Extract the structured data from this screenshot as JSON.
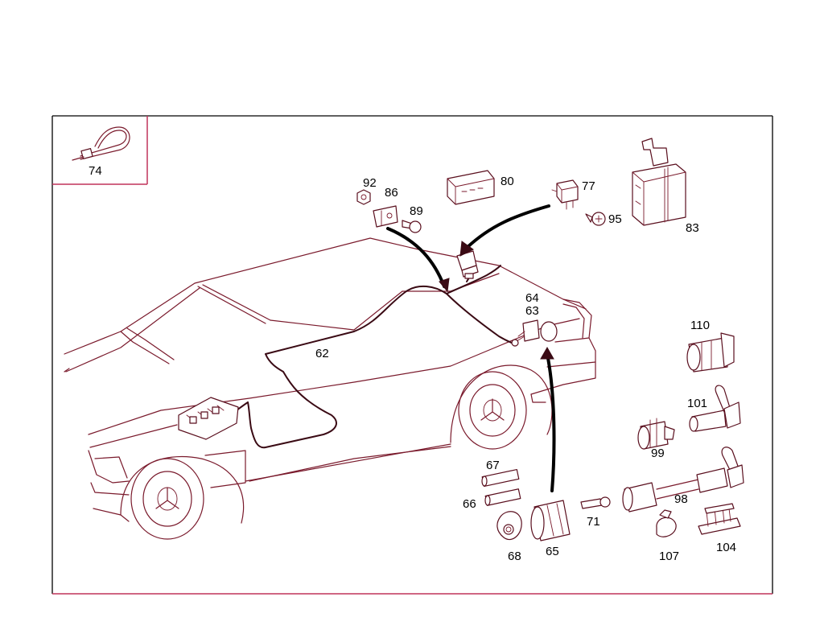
{
  "labels": {
    "p62": "62",
    "p63": "63",
    "p64": "64",
    "p65": "65",
    "p66": "66",
    "p67": "67",
    "p68": "68",
    "p71": "71",
    "p74": "74",
    "p77": "77",
    "p80": "80",
    "p83": "83",
    "p86": "86",
    "p89": "89",
    "p92": "92",
    "p95": "95",
    "p98": "98",
    "p99": "99",
    "p101": "101",
    "p104": "104",
    "p107": "107",
    "p110": "110"
  },
  "colors": {
    "line": "#7a1a2c",
    "frame_accent": "#c0335a",
    "arrow": "#000000"
  }
}
